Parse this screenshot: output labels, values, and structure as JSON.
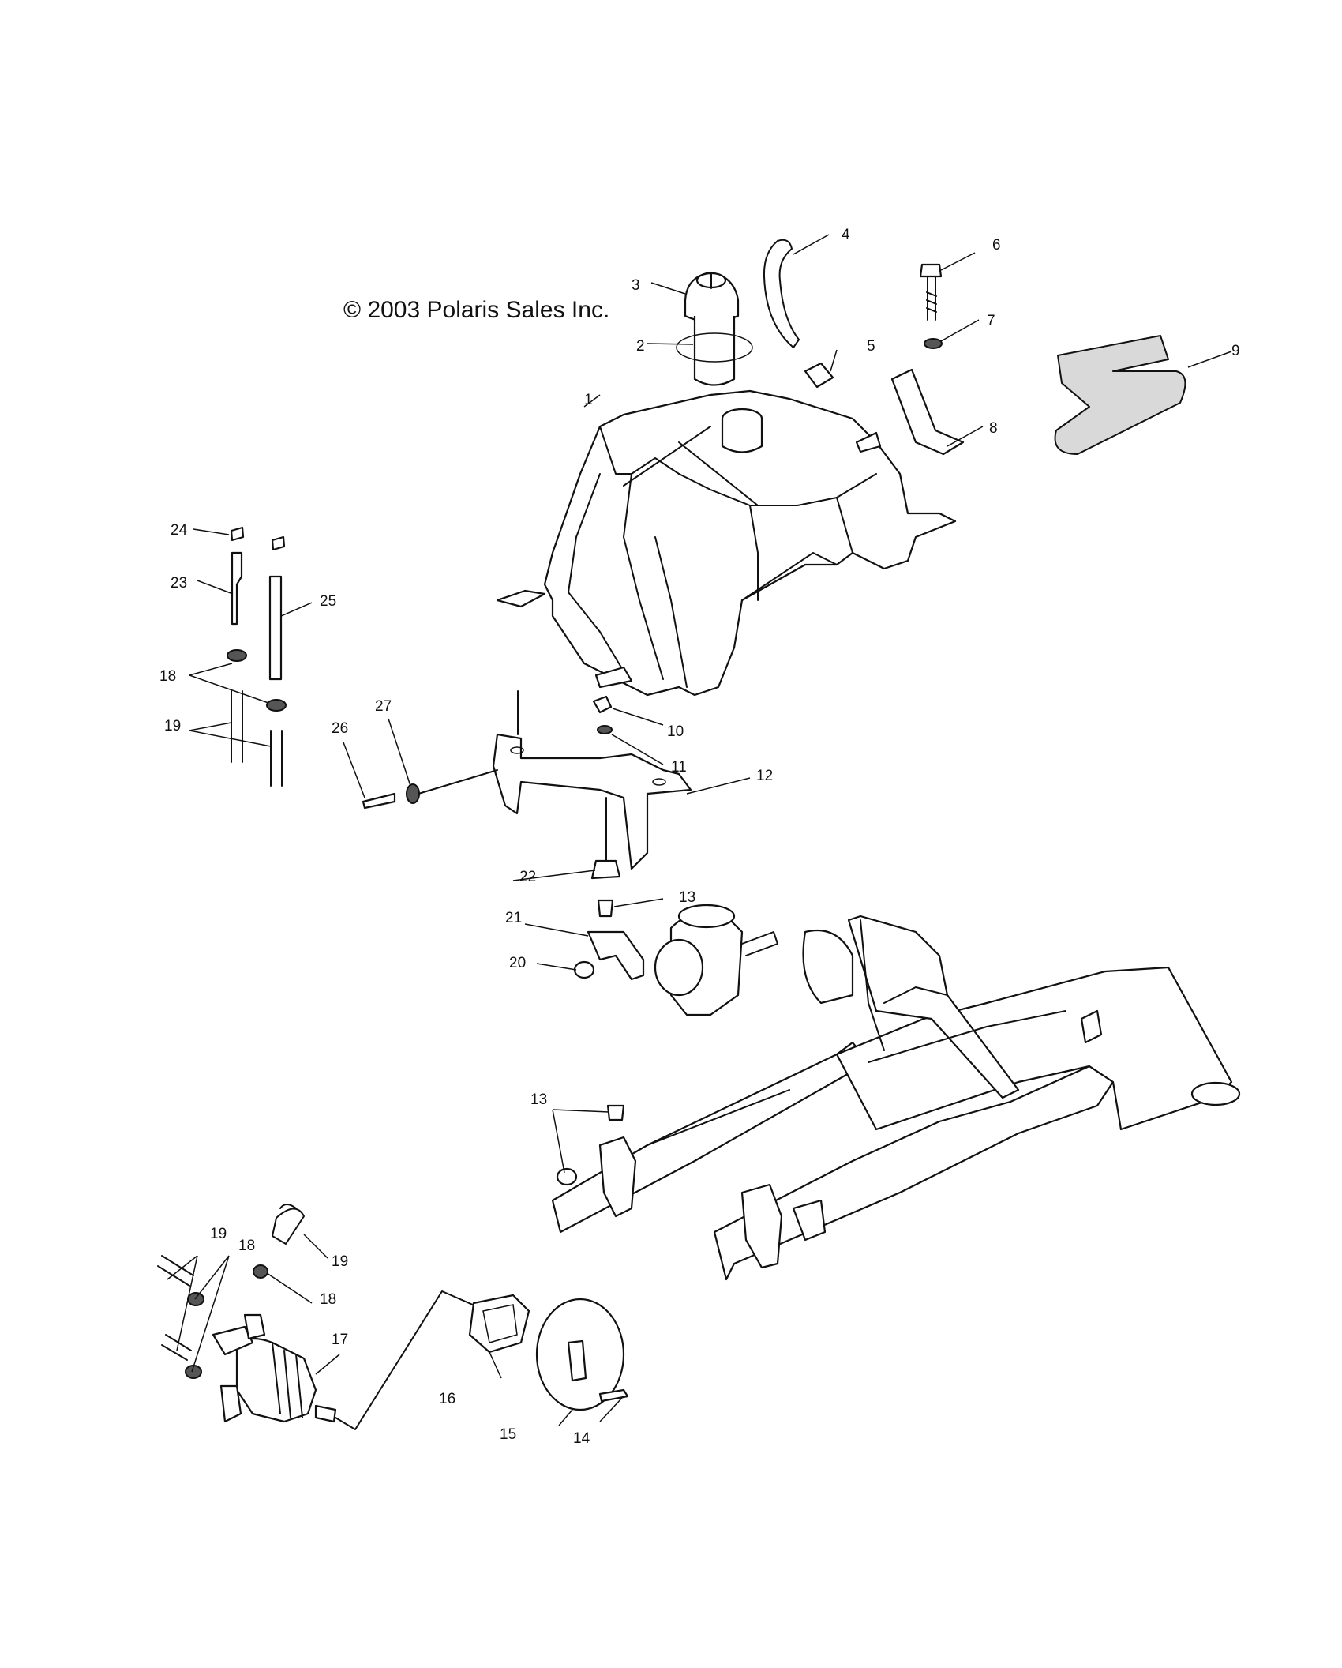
{
  "copyright": "© 2003 Polaris Sales Inc.",
  "callouts": [
    {
      "id": "c1",
      "text": "1"
    },
    {
      "id": "c2",
      "text": "2"
    },
    {
      "id": "c3",
      "text": "3"
    },
    {
      "id": "c4",
      "text": "4"
    },
    {
      "id": "c5",
      "text": "5"
    },
    {
      "id": "c6",
      "text": "6"
    },
    {
      "id": "c7",
      "text": "7"
    },
    {
      "id": "c8",
      "text": "8"
    },
    {
      "id": "c9",
      "text": "9"
    },
    {
      "id": "c10",
      "text": "10"
    },
    {
      "id": "c11",
      "text": "11"
    },
    {
      "id": "c12",
      "text": "12"
    },
    {
      "id": "c13a",
      "text": "13"
    },
    {
      "id": "c13b",
      "text": "13"
    },
    {
      "id": "c14",
      "text": "14"
    },
    {
      "id": "c15",
      "text": "15"
    },
    {
      "id": "c16",
      "text": "16"
    },
    {
      "id": "c17",
      "text": "17"
    },
    {
      "id": "c18a",
      "text": "18"
    },
    {
      "id": "c18b",
      "text": "18"
    },
    {
      "id": "c18c",
      "text": "18"
    },
    {
      "id": "c19a",
      "text": "19"
    },
    {
      "id": "c19b",
      "text": "19"
    },
    {
      "id": "c19c",
      "text": "19"
    },
    {
      "id": "c20",
      "text": "20"
    },
    {
      "id": "c21",
      "text": "21"
    },
    {
      "id": "c22",
      "text": "22"
    },
    {
      "id": "c23",
      "text": "23"
    },
    {
      "id": "c24",
      "text": "24"
    },
    {
      "id": "c25",
      "text": "25"
    },
    {
      "id": "c26",
      "text": "26"
    },
    {
      "id": "c27",
      "text": "27"
    }
  ]
}
